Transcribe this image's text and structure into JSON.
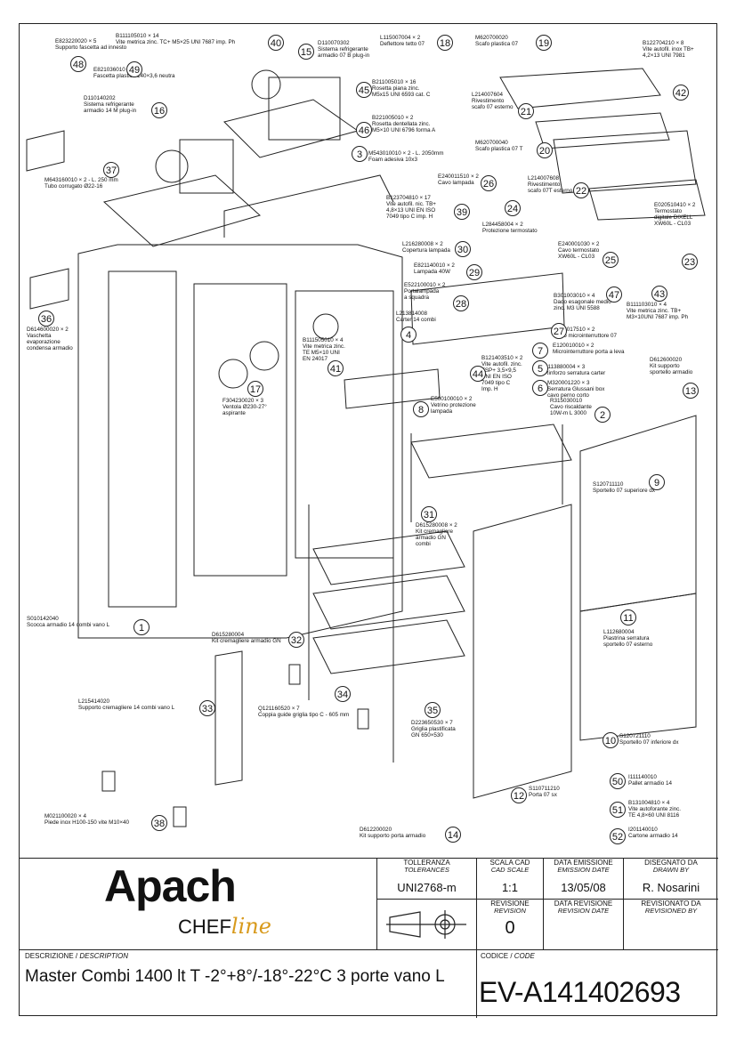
{
  "callouts": [
    {
      "n": "48",
      "text": "E823220020 × 5\nSupporto fascetta ad innesto"
    },
    {
      "n": "49",
      "text": "E821036010 × 5\nFascetta plastica 140×3,6 neutra"
    },
    {
      "n": "40",
      "text": "B111105010 × 14\nVite metrica zinc. TC+ M5×25 UNI 7687 imp. Ph"
    },
    {
      "n": "15",
      "text": "D110070302\nSistema refrigerante\narmadio 07 B plug-in"
    },
    {
      "n": "18",
      "text": "L115007004 × 2\nDeflettore tetto 07"
    },
    {
      "n": "19",
      "text": "M620700020\nScafo plastica 07"
    },
    {
      "n": "42",
      "text": "B122704210 × 8\nVite autofil. inox TB+\n4,2×13 UNI 7981"
    },
    {
      "n": "16",
      "text": "D110140202\nSistema refrigerante\narmadio 14 M plug-in"
    },
    {
      "n": "45",
      "text": "B211005010 × 16\nRosetta piana zinc.\nM5x15 UNI 6593 cat. C"
    },
    {
      "n": "21",
      "text": "L214007604\nRivestimento\nscafo 07 esterno"
    },
    {
      "n": "46",
      "text": "B221005010 × 2\nRosetta dentellata zinc.\nM5×10 UNI 6796 forma A"
    },
    {
      "n": "20",
      "text": "M620700040\nScafo plastica 07 T"
    },
    {
      "n": "3",
      "text": "M543010010 × 2 - L. 2050mm\nFoam adesiva 10x3"
    },
    {
      "n": "37",
      "text": "M643160010 × 2 - L. 250 mm\nTubo corrugato Ø22-16"
    },
    {
      "n": "26",
      "text": "E240011510 × 2\nCavo lampada"
    },
    {
      "n": "22",
      "text": "L214007608\nRivestimento\nscafo 07T esterno"
    },
    {
      "n": "39",
      "text": "B123704810 × 17\nVite autofil. nic. TB+\n4,8×13 UNI EN ISO\n7049 tipo C imp. H"
    },
    {
      "n": "24",
      "text": "L284458004 × 2\nProtezione termostato"
    },
    {
      "n": "23",
      "text": "E020510410 × 2\nTermostato\ndigitale DIXELL\nXW60L - CL03"
    },
    {
      "n": "30",
      "text": "L216280008 × 2\nCopertura lampada"
    },
    {
      "n": "25",
      "text": "E240001030 × 2\nCavo termostato\nXW60L - CL03"
    },
    {
      "n": "29",
      "text": "E821140010 × 2\nLampada 40W"
    },
    {
      "n": "47",
      "text": "B301003010 × 4\nDado esagonale medio\nzinc. M3 UNI 5588"
    },
    {
      "n": "43",
      "text": "B111103010 × 4\nVite metrica zinc. TB+\nM3×10UNI 7687 imp. Ph"
    },
    {
      "n": "28",
      "text": "E522100010 × 2\nPortalampada\na squadra"
    },
    {
      "n": "36",
      "text": "D614600020 × 2\nVaschetta\nevaporazione\ncondensa armadio"
    },
    {
      "n": "4",
      "text": "L213814008\nCarter 14 combi"
    },
    {
      "n": "27",
      "text": "E240017510 × 2\nCavo microinterruttore 07"
    },
    {
      "n": "7",
      "text": "E120010010 × 2\nMicrointerruttore porta a leva"
    },
    {
      "n": "13",
      "text": "D612600020\nKit supporto\nsportello armadio"
    },
    {
      "n": "41",
      "text": "B111505010 × 4\nVite metrica zinc.\nTE M5×10 UNI\nEN 24017"
    },
    {
      "n": "5",
      "text": "L113880004 × 3\nRinforzo serratura carter"
    },
    {
      "n": "44",
      "text": "B121403510 × 2\nVite autofil. zinc.\nTSP+ 3,5×9,5\nUNI EN ISO\n7049 tipo C\nImp. H"
    },
    {
      "n": "6",
      "text": "M320001220 × 3\nSerratura Glussani box\ncavo perno corto"
    },
    {
      "n": "17",
      "text": "F304230020 × 3\nVentola Ø230-27°\naspirante"
    },
    {
      "n": "8",
      "text": "E500100010 × 2\nVetrino protezione\nlampada"
    },
    {
      "n": "2",
      "text": "R315030010\nCavo riscaldante\n10W-m L 3000"
    },
    {
      "n": "9",
      "text": "S120711110\nSportello 07 superiore dx"
    },
    {
      "n": "31",
      "text": "D615280008 × 2\nKit cremagliere\narmadio GN\ncombi"
    },
    {
      "n": "1",
      "text": "S010142040\nScocca armadio 14 combi vano L"
    },
    {
      "n": "32",
      "text": "D615280004\nKit cremagliere armadio GN"
    },
    {
      "n": "11",
      "text": "L112680004\nPiastrina serratura\nsportello 07 esterno"
    },
    {
      "n": "33",
      "text": "L215414020\nSupporto cremagliere 14 combi vano L"
    },
    {
      "n": "34",
      "text": "Q121160520 × 7\nCoppia guide griglia tipo C - 605 mm"
    },
    {
      "n": "35",
      "text": "D223650530 × 7\nGriglia plastificata\nGN 650×530"
    },
    {
      "n": "10",
      "text": "S120721110\nSportello 07 inferiore dx"
    },
    {
      "n": "50",
      "text": "I111140010\nPallet armadio 14"
    },
    {
      "n": "12",
      "text": "S110711210\nPorta 07 sx"
    },
    {
      "n": "51",
      "text": "B131004810 × 4\nVite autoforante zinc.\nTE 4,8×60 UNI 8116"
    },
    {
      "n": "38",
      "text": "M021100020 × 4\nPiede inox H100-150 vite M10×40"
    },
    {
      "n": "14",
      "text": "D612200020\nKit supporto porta armadio"
    },
    {
      "n": "52",
      "text": "I201140010\nCartone armadio 14"
    }
  ],
  "title_block": {
    "logo_main": "Apach",
    "logo_chef": "CHEF",
    "logo_line": "line",
    "tolleranza_label": "TOLLERANZA",
    "tolleranza_label_en": "TOLERANCES",
    "tolleranza_value": "UNI2768-m",
    "scala_label": "SCALA CAD",
    "scala_label_en": "CAD SCALE",
    "scala_value": "1:1",
    "emissione_label": "DATA EMISSIONE",
    "emissione_label_en": "EMISSION DATE",
    "emissione_value": "13/05/08",
    "disegnato_label": "DISEGNATO DA",
    "disegnato_label_en": "DRAWN BY",
    "disegnato_value": "R. Nosarini",
    "revisione_label": "REVISIONE",
    "revisione_label_en": "REVISION",
    "revisione_value": "0",
    "data_rev_label": "DATA REVISIONE",
    "data_rev_label_en": "REVISION DATE",
    "revisionato_label": "REVISIONATO DA",
    "revisionato_label_en": "REVISIONED BY",
    "descrizione_label": "DESCRIZIONE / ",
    "descrizione_label_en": "DESCRIPTION",
    "descrizione_value": "Master Combi 1400 lt T -2°+8°/-18°-22°C 3 porte vano L",
    "codice_label": "CODICE / ",
    "codice_label_en": "CODE",
    "codice_value": "EV-A141402693"
  }
}
